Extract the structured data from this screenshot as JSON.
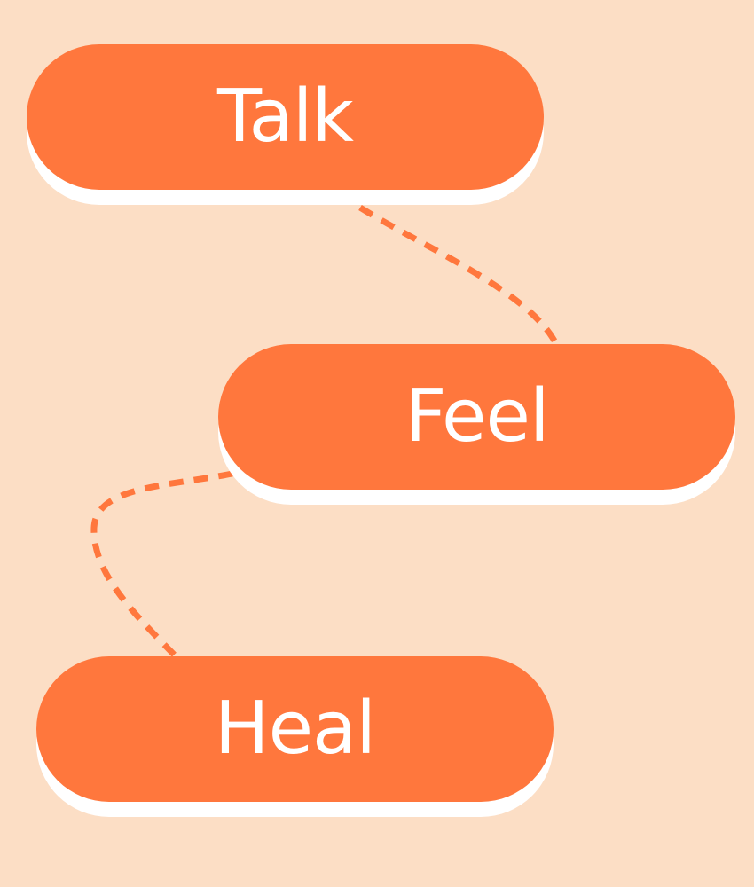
{
  "colors": {
    "background": "#FCDEC5",
    "pill": "#FF773D",
    "pill_shadow": "#FFFFFF",
    "text": "#FFFFFF",
    "connector": "#FF773D"
  },
  "nodes": [
    {
      "label": "Talk"
    },
    {
      "label": "Feel"
    },
    {
      "label": "Heal"
    }
  ]
}
